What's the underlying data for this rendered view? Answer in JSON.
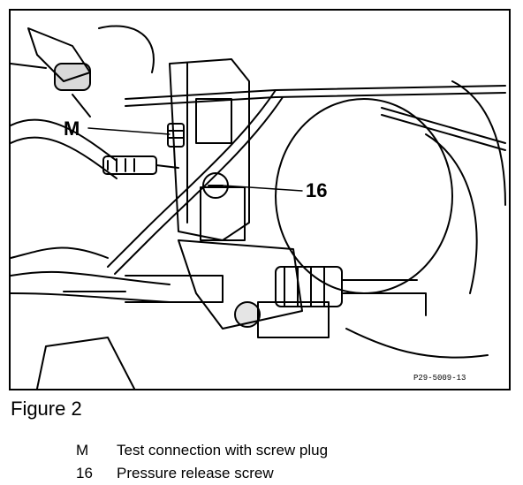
{
  "figure": {
    "label_m": "M",
    "label_16": "16",
    "part_code": "P29-5009-13"
  },
  "caption": "Figure 2",
  "legend": [
    {
      "key": "M",
      "text": "Test connection with screw plug"
    },
    {
      "key": "16",
      "text": "Pressure release screw"
    }
  ],
  "colors": {
    "ink": "#000000",
    "paper": "#ffffff"
  }
}
